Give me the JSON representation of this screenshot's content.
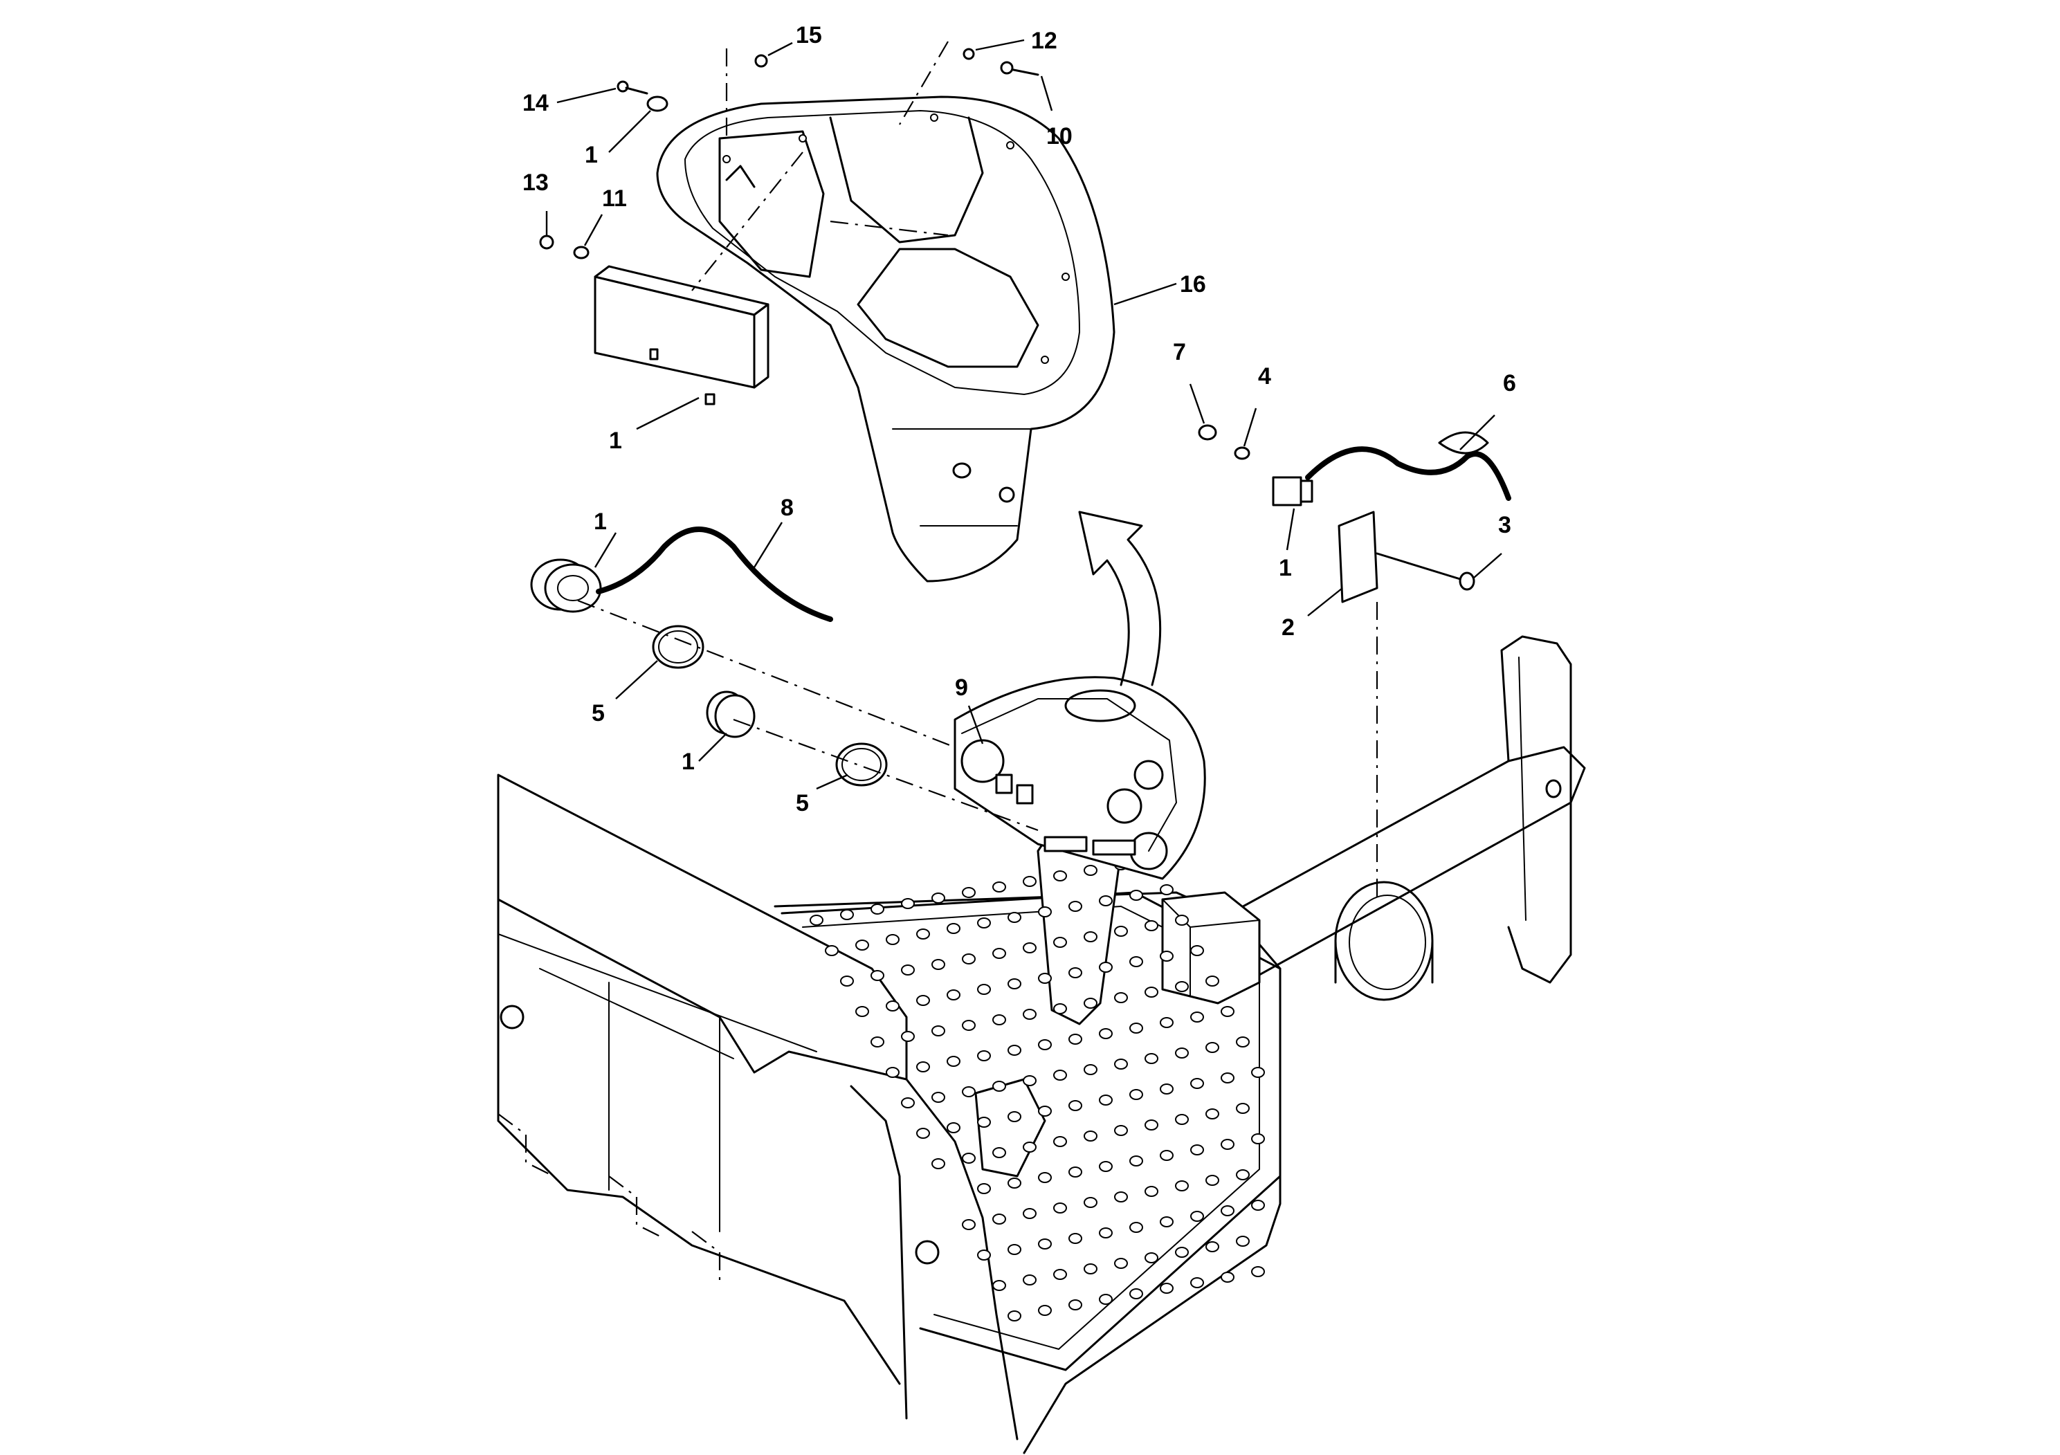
{
  "callouts": {
    "c15": "15",
    "c12": "12",
    "c14": "14",
    "c10": "10",
    "c1_top": "1",
    "c13": "13",
    "c11": "11",
    "c16": "16",
    "c1_display": "1",
    "c7": "7",
    "c4": "4",
    "c6": "6",
    "c8": "8",
    "c1_gauge": "1",
    "c3": "3",
    "c1_switch": "1",
    "c2": "2",
    "c5_upper": "5",
    "c9": "9",
    "c1_plug": "1",
    "c5_lower": "5"
  },
  "colors": {
    "ink": "#000000",
    "paper": "#ffffff"
  }
}
